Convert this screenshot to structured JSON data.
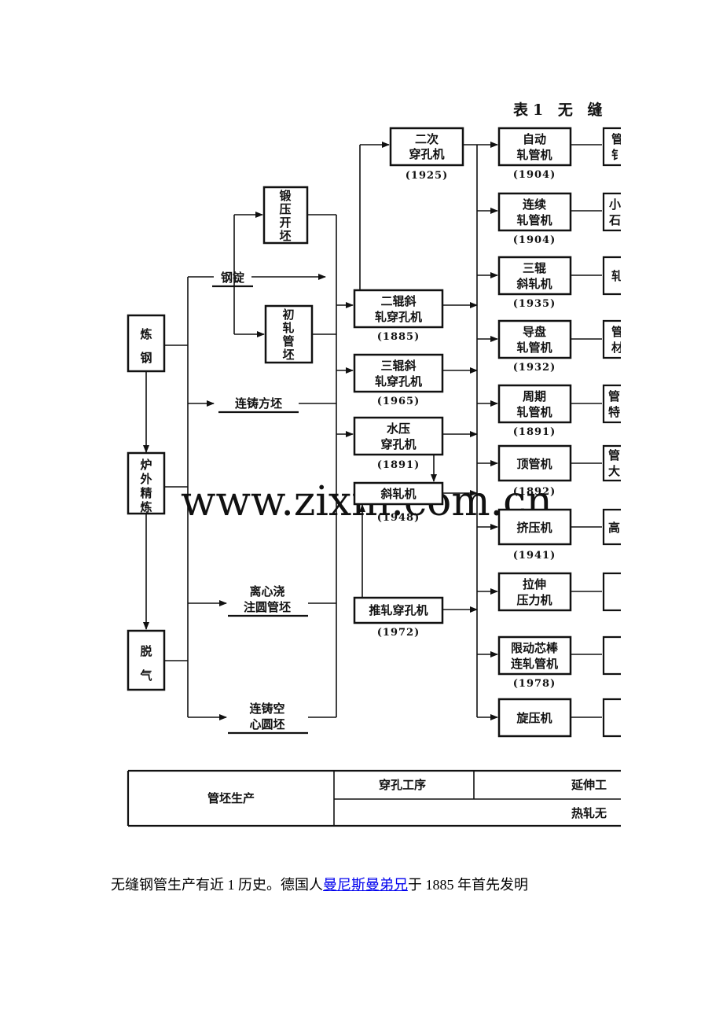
{
  "title": "表1 无 缝",
  "watermark": "www.zixin.com.cn",
  "left_column": {
    "steelmaking": [
      "炼",
      "钢"
    ],
    "refining": [
      "炉",
      "外",
      "精",
      "炼"
    ],
    "degassing": [
      "脱",
      "气"
    ]
  },
  "blanks": {
    "ingot": "钢锭",
    "forged": [
      "锻",
      "压",
      "开",
      "坯"
    ],
    "rolled": [
      "初",
      "轧",
      "管",
      "坯"
    ],
    "billet": "连铸方坯",
    "centrifugal": [
      "离心浇",
      "注圆管坯"
    ],
    "hollow": [
      "连铸空",
      "心圆坯"
    ]
  },
  "piercing": [
    {
      "lines": [
        "二次",
        "穿孔机"
      ],
      "year": "(1925)"
    },
    {
      "lines": [
        "二辊斜",
        "轧穿孔机"
      ],
      "year": "(1885)"
    },
    {
      "lines": [
        "三辊斜",
        "轧穿孔机"
      ],
      "year": "(1965)"
    },
    {
      "lines": [
        "水压",
        "穿孔机"
      ],
      "year": "(1891)"
    },
    {
      "lines": [
        "斜轧机"
      ],
      "year": "(1948)"
    },
    {
      "lines": [
        "推轧穿孔机"
      ],
      "year": "(1972)"
    }
  ],
  "elongation": [
    {
      "lines": [
        "自动",
        "轧管机"
      ],
      "year": "(1904)",
      "next": [
        "管",
        "钅"
      ]
    },
    {
      "lines": [
        "连续",
        "轧管机"
      ],
      "year": "(1904)",
      "next": [
        "小",
        "石"
      ]
    },
    {
      "lines": [
        "三辊",
        "斜轧机"
      ],
      "year": "(1935)",
      "next": [
        "轧"
      ]
    },
    {
      "lines": [
        "导盘",
        "轧管机"
      ],
      "year": "(1932)",
      "next": [
        "管",
        "材"
      ]
    },
    {
      "lines": [
        "周期",
        "轧管机"
      ],
      "year": "(1891)",
      "next": [
        "管",
        "特"
      ]
    },
    {
      "lines": [
        "顶管机"
      ],
      "year": "(1892)",
      "next": [
        "管",
        "大"
      ]
    },
    {
      "lines": [
        "挤压机"
      ],
      "year": "(1941)",
      "next": [
        "高"
      ]
    },
    {
      "lines": [
        "拉伸",
        "压力机"
      ],
      "year": "",
      "next": [
        "",
        ""
      ]
    },
    {
      "lines": [
        "限动芯棒",
        "连轧管机"
      ],
      "year": "(1978)",
      "next": [
        ""
      ]
    },
    {
      "lines": [
        "旋压机"
      ],
      "year": "",
      "next": [
        ""
      ]
    }
  ],
  "bottom_table": {
    "left": "管坯生产",
    "piercing": "穿孔工序",
    "elongation": "延伸工",
    "hot_rolling": "热轧无"
  },
  "caption": {
    "before": "无缝钢管生产有近  1 历史。德国人",
    "link": "曼尼斯曼弟兄",
    "after": "于 1885 年首先发明"
  }
}
